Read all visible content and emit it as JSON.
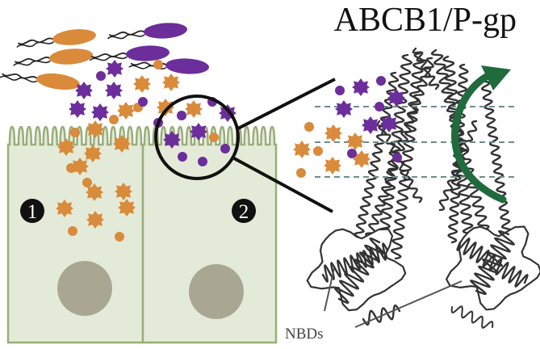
{
  "title": "ABCB1/P-gp",
  "nbd_label": "NBDs",
  "cell_labels": [
    "1",
    "2"
  ],
  "colors": {
    "background": "#ffffff",
    "cell_fill": "#e3ebd8",
    "cell_stroke": "#9aad7a",
    "nucleus": "#a9a792",
    "orange_molecule": "#d98a3a",
    "purple_molecule": "#6c2e9a",
    "efflux_arrow": "#1f6b3c",
    "membrane_lines": "#6e8e8a",
    "protein_ribbon": "#333333",
    "number_badge": "#111111"
  },
  "icons": [
    "bacteria-icon",
    "star-molecule-icon",
    "circle-molecule-icon",
    "efflux-arrow-icon",
    "protein-structure-icon",
    "magnifier-circle-icon"
  ]
}
